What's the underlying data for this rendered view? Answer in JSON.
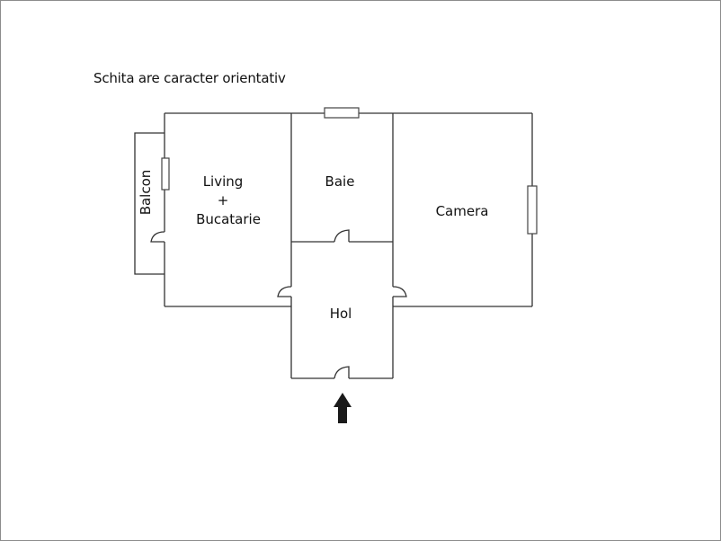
{
  "note": "Schita are caracter orientativ",
  "rooms": {
    "living": {
      "line1": "Living",
      "line2": "+",
      "line3": "Bucatarie"
    },
    "balcony": "Balcon",
    "bathroom": "Baie",
    "bedroom": "Camera",
    "hallway": "Hol"
  },
  "icons": {
    "entrance": "arrow-up-icon"
  },
  "colors": {
    "walls": "#333333",
    "text": "#111111",
    "frame": "#8c8c8c",
    "arrow": "#1a1a1a"
  }
}
